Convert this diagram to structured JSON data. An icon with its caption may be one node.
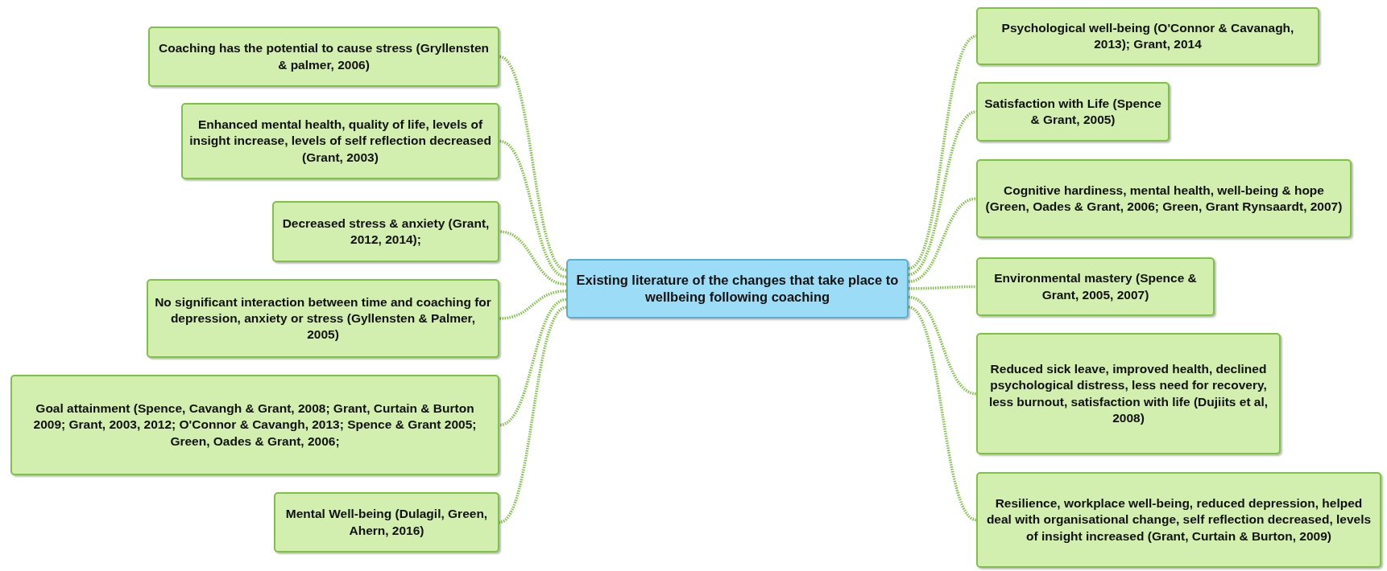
{
  "diagram": {
    "nodes": [
      {
        "text": [
          "Existing literature of the changes that take place to wellbeing following coaching"
        ]
      },
      {
        "text": [
          "Coaching has the potential to cause stress (Gryllensten & palmer, 2006)"
        ]
      },
      {
        "text": [
          "Enhanced mental health, quality of life, levels of insight increase, levels of self reflection decreased (Grant, 2003)"
        ]
      },
      {
        "text": [
          "Decreased stress & anxiety (Grant, 2012, 2014);"
        ]
      },
      {
        "text": [
          "No significant interaction between time and coaching for depression, anxiety or stress (Gyllensten & Palmer, 2005)"
        ]
      },
      {
        "text": [
          "Goal attainment (Spence, Cavangh & Grant, 2008; Grant, Curtain & Burton 2009; Grant, 2003, 2012; O'Connor & Cavangh, 2013; Spence & Grant 2005; Green, Oades & Grant, 2006;"
        ]
      },
      {
        "text": [
          "Mental Well-being (Dulagil, Green, Ahern, 2016)"
        ]
      },
      {
        "text": [
          "Psychological well-being (O'Connor & Cavanagh, 2013); Grant, 2014"
        ]
      },
      {
        "text": [
          "Satisfaction with Life (Spence & Grant, 2005)"
        ]
      },
      {
        "text": [
          "Cognitive hardiness, mental health, well-being & hope (Green, Oades & Grant, 2006; Green, Grant Rynsaardt, 2007)"
        ]
      },
      {
        "text": [
          "Environmental mastery (Spence & Grant, 2005, 2007)"
        ]
      },
      {
        "text": [
          "Reduced sick leave, improved health, declined psychological distress, less need for recovery, less burnout, satisfaction with life (Dujiits et al, 2008)"
        ]
      },
      {
        "text": [
          "Resilience, workplace well-being, reduced depression, helped deal with organisational change, self reflection decreased, levels of insight increased (Grant, Curtain & Burton, 2009)"
        ]
      }
    ],
    "edges": [
      {
        "from": 0,
        "to": 1,
        "arrow": "none",
        "style": "dashed"
      },
      {
        "from": 0,
        "to": 2,
        "arrow": "none",
        "style": "dashed"
      },
      {
        "from": 0,
        "to": 3,
        "arrow": "none",
        "style": "dashed"
      },
      {
        "from": 0,
        "to": 4,
        "arrow": "none",
        "style": "dashed"
      },
      {
        "from": 0,
        "to": 5,
        "arrow": "none",
        "style": "dashed"
      },
      {
        "from": 0,
        "to": 6,
        "arrow": "none",
        "style": "dashed"
      },
      {
        "from": 0,
        "to": 7,
        "arrow": "none",
        "style": "dashed"
      },
      {
        "from": 0,
        "to": 8,
        "arrow": "none",
        "style": "dashed"
      },
      {
        "from": 0,
        "to": 9,
        "arrow": "none",
        "style": "dashed"
      },
      {
        "from": 0,
        "to": 10,
        "arrow": "none",
        "style": "dashed"
      },
      {
        "from": 0,
        "to": 11,
        "arrow": "none",
        "style": "dashed"
      },
      {
        "from": 0,
        "to": 12,
        "arrow": "none",
        "style": "dashed"
      }
    ]
  }
}
